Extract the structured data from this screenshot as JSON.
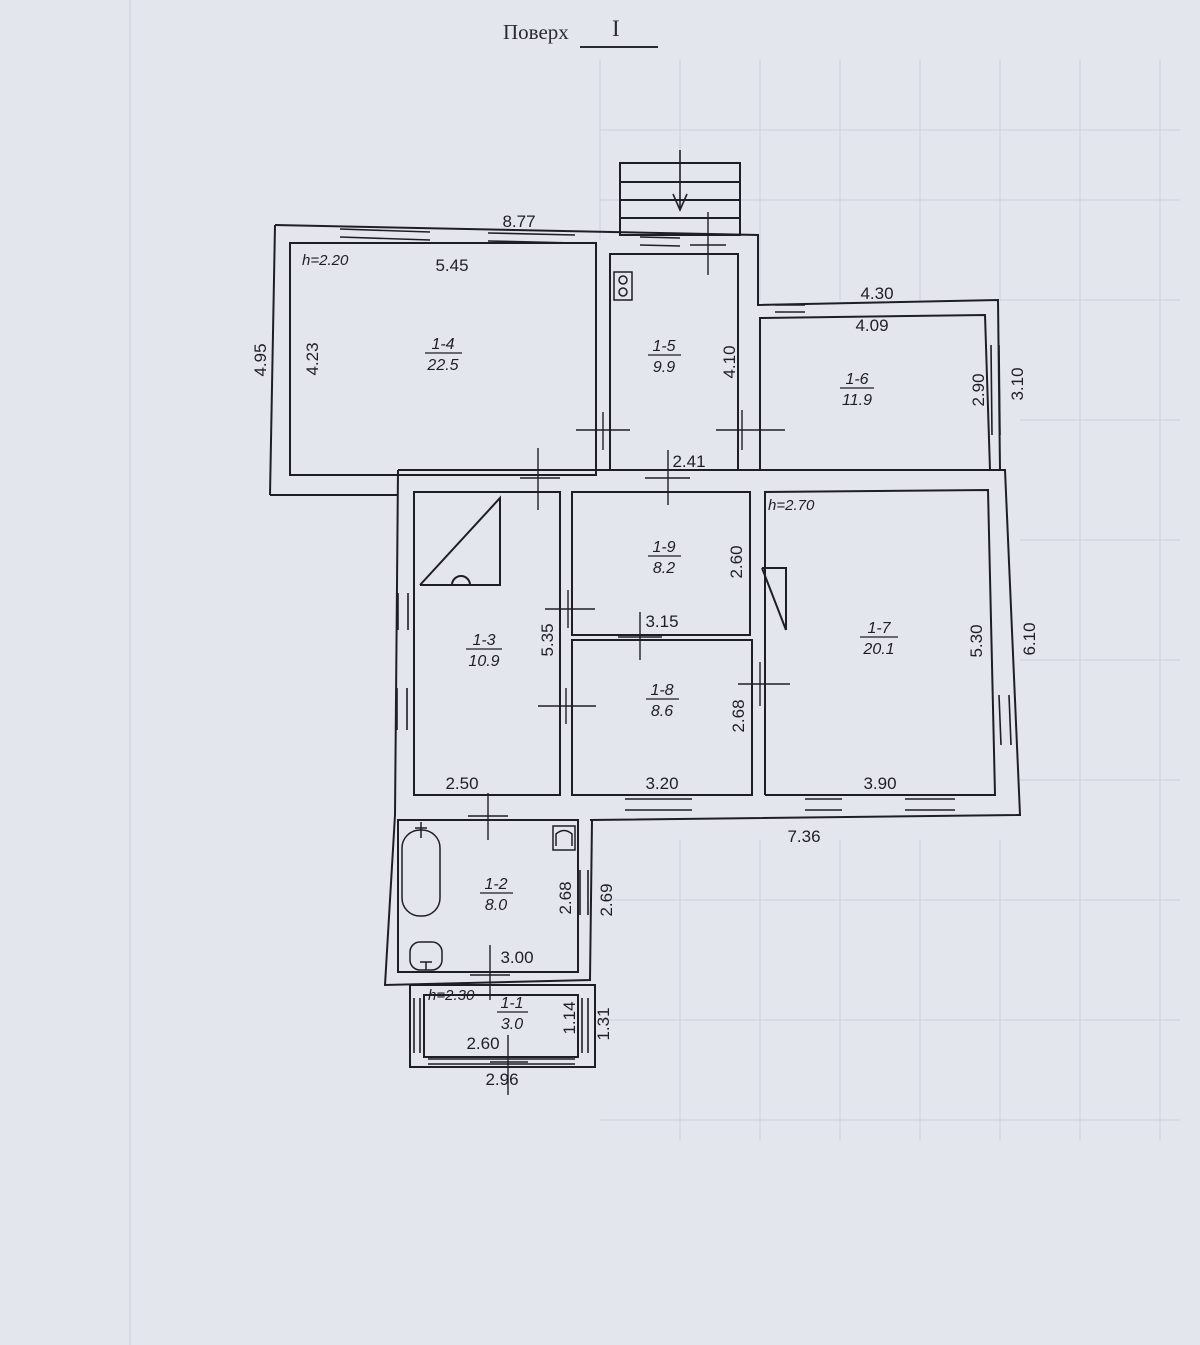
{
  "header": {
    "floor_label": "Поверх",
    "floor_number": "I"
  },
  "rooms": [
    {
      "id": "1-4",
      "area": "22.5",
      "height": "h=2.20"
    },
    {
      "id": "1-5",
      "area": "9.9"
    },
    {
      "id": "1-6",
      "area": "11.9"
    },
    {
      "id": "1-9",
      "area": "8.2"
    },
    {
      "id": "1-7",
      "area": "20.1",
      "height": "h=2.70"
    },
    {
      "id": "1-3",
      "area": "10.9"
    },
    {
      "id": "1-8",
      "area": "8.6"
    },
    {
      "id": "1-2",
      "area": "8.0"
    },
    {
      "id": "1-1",
      "area": "3.0",
      "height": "h=2.30"
    }
  ],
  "dimensions": {
    "top_total": "8.77",
    "r14_width": "5.45",
    "r14_inner_height": "4.23",
    "r14_outer_height": "4.95",
    "r15_height": "4.10",
    "r16_outer_width": "4.30",
    "r16_inner_width": "4.09",
    "r16_inner_height": "2.90",
    "r16_outer_height": "3.10",
    "corridor_width": "2.41",
    "r19_height": "2.60",
    "r13_height": "5.35",
    "r18_width_top": "3.15",
    "r18_height": "2.68",
    "r17_inner_height": "5.30",
    "r17_outer_height": "6.10",
    "r13_width": "2.50",
    "r18_width": "3.20",
    "r17_width": "3.90",
    "bottom_total": "7.36",
    "r12_inner_height": "2.68",
    "r12_outer_height": "2.69",
    "r12_width": "3.00",
    "r11_inner_height": "1.14",
    "r11_outer_height": "1.31",
    "r11_inner_width": "2.60",
    "r11_outer_width": "2.96"
  },
  "colors": {
    "paper": "#e4e6ee",
    "ink": "#1e1e26",
    "grid": "#cdd0dc"
  }
}
